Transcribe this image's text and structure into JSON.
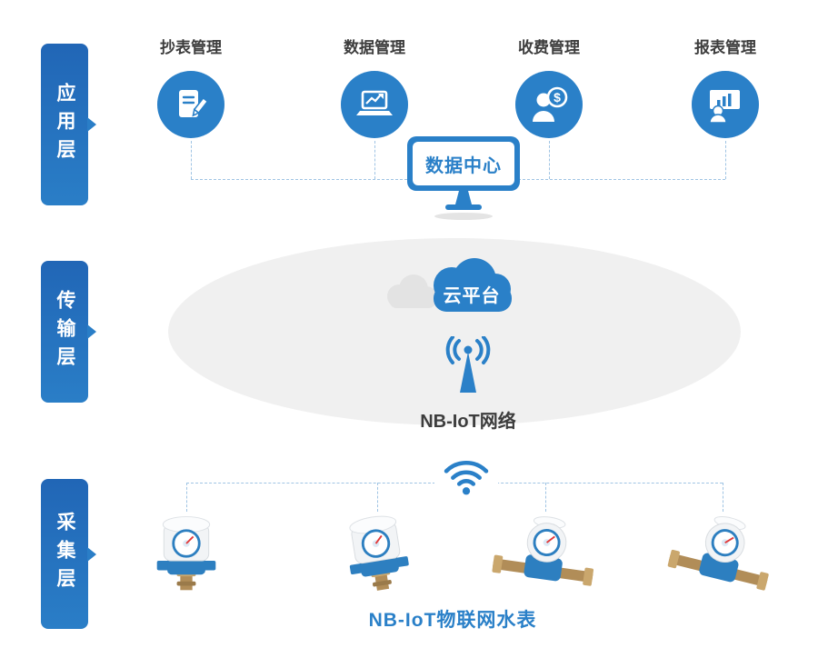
{
  "layers": {
    "application": {
      "label": "应用层"
    },
    "transmission": {
      "label": "传输层"
    },
    "collection": {
      "label": "采集层"
    }
  },
  "application": {
    "modules": [
      {
        "label": "抄表管理",
        "icon": "document-pencil-icon"
      },
      {
        "label": "数据管理",
        "icon": "laptop-chart-icon"
      },
      {
        "label": "收费管理",
        "icon": "person-coin-icon",
        "icon_glyph": "$"
      },
      {
        "label": "报表管理",
        "icon": "presentation-chart-icon"
      }
    ],
    "data_center": {
      "label": "数据中心",
      "icon": "monitor-icon"
    }
  },
  "transmission": {
    "cloud": {
      "label": "云平台",
      "icon": "cloud-icon"
    },
    "network": {
      "label": "NB-IoT网络",
      "icon": "antenna-icon"
    }
  },
  "collection": {
    "wifi": {
      "icon": "wifi-icon"
    },
    "meters": [
      {
        "icon": "water-meter-photo-1"
      },
      {
        "icon": "water-meter-photo-2"
      },
      {
        "icon": "water-meter-photo-3"
      },
      {
        "icon": "water-meter-photo-4"
      }
    ],
    "caption": "NB-IoT物联网水表"
  },
  "colors": {
    "primary_blue": "#2a80c8",
    "badge_gradient_top": "#2166b6",
    "badge_gradient_bottom": "#2a7ec7",
    "ellipse_gray": "#f0f0f0",
    "dashed_line": "#9fc4e4",
    "label_text": "#3d3d3d"
  }
}
